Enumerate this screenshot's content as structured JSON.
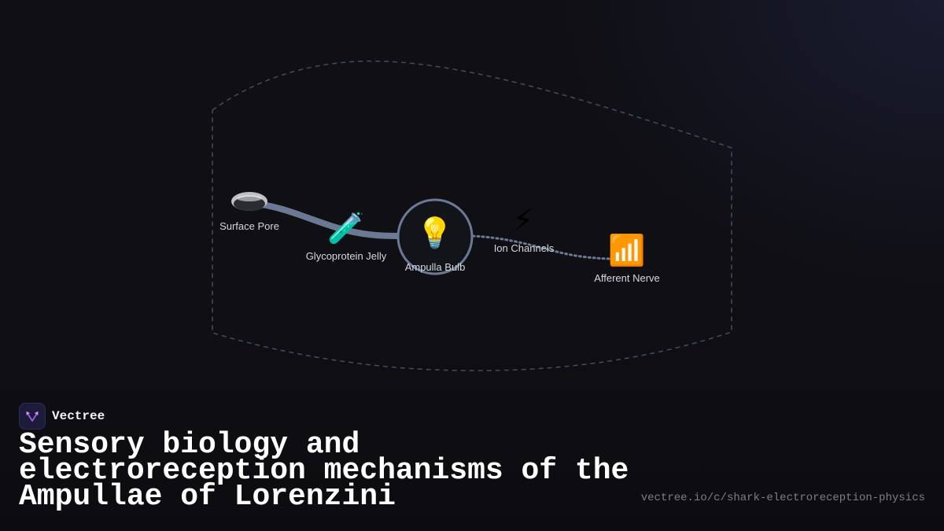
{
  "diagram": {
    "nodes": [
      {
        "id": "surface-pore",
        "label": "Surface Pore",
        "icon": "pore-disc-icon"
      },
      {
        "id": "glycoprotein-jelly",
        "label": "Glycoprotein Jelly",
        "icon": "test-tube-icon"
      },
      {
        "id": "ampulla-bulb",
        "label": "Ampulla Bulb",
        "icon": "light-bulb-icon"
      },
      {
        "id": "ion-channels",
        "label": "Ion Channels",
        "icon": "lightning-bolt-icon"
      },
      {
        "id": "afferent-nerve",
        "label": "Afferent Nerve",
        "icon": "signal-bars-icon"
      }
    ],
    "colors": {
      "canal": "#6b7994",
      "boundary": "#3e4a5e",
      "ring": "#6b7994",
      "label": "#d6d8de"
    }
  },
  "footer": {
    "brand_name": "Vectree",
    "title": "Sensory biology and electroreception mechanisms of the Ampullae of Lorenzini",
    "url": "vectree.io/c/shark-electroreception-physics"
  }
}
